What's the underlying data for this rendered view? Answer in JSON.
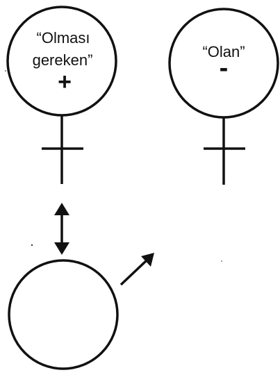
{
  "symbols": {
    "left_female": {
      "label_line1": "“Olması",
      "label_line2": "gereken”",
      "sign": "+"
    },
    "right_female": {
      "label": "“Olan”",
      "sign": "-"
    },
    "male": {}
  },
  "colors": {
    "ink": "#111111",
    "background": "#ffffff"
  }
}
